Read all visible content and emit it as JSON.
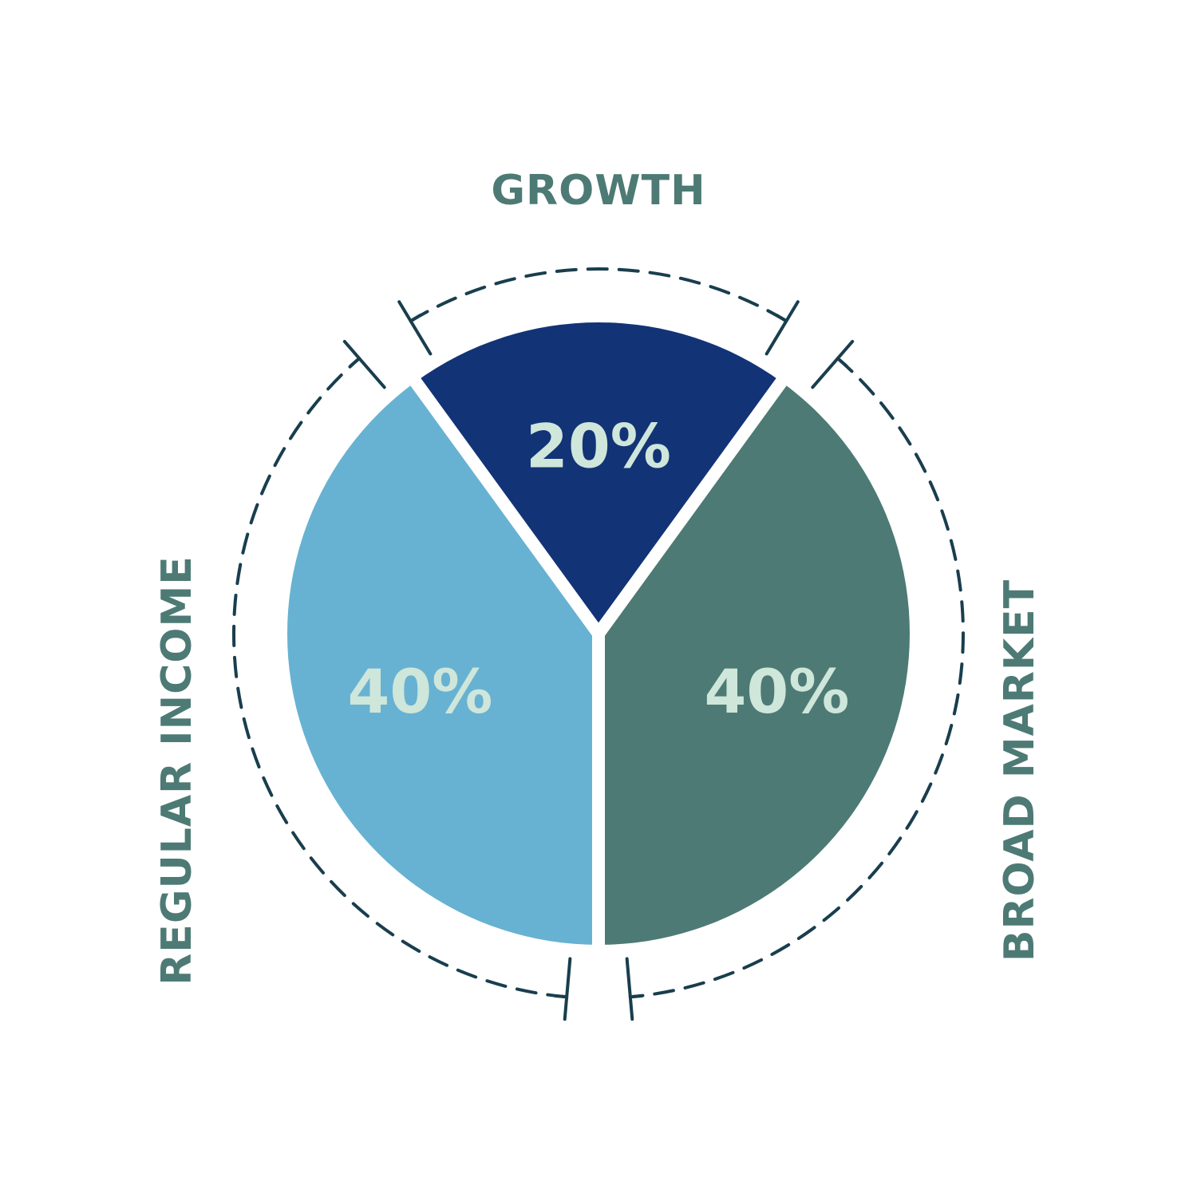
{
  "chart_data": {
    "type": "pie",
    "categories": [
      "GROWTH",
      "BROAD MARKET",
      "REGULAR INCOME"
    ],
    "values": [
      20,
      40,
      40
    ],
    "value_labels": [
      "20%",
      "40%",
      "40%"
    ],
    "start_angle_deg": -36,
    "direction": "clockwise",
    "legend": "none",
    "colors": {
      "slices": [
        "#133377",
        "#4d7a74",
        "#67b2d2"
      ],
      "value_text": "#cfe6da",
      "category_text": "#4d7a74",
      "arc_stroke": "#193e4e",
      "separator": "#ffffff"
    }
  }
}
